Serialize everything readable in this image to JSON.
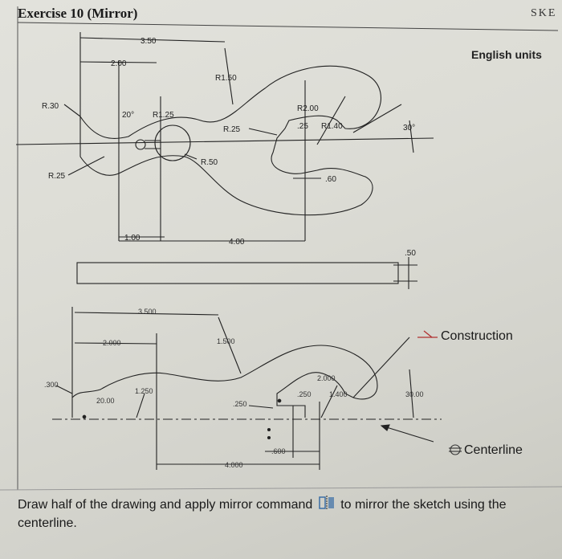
{
  "header": {
    "title": "Exercise 10 (Mirror)",
    "corner_text": "SKE",
    "units_note": "English units"
  },
  "top_figure": {
    "dims": {
      "d350": "3.50",
      "d200": "2.00",
      "r150": "R1.50",
      "r030": "R.30",
      "a20": "20°",
      "r125": "R1.25",
      "r200": "R2.00",
      "r025a": "R.25",
      "d25": ".25",
      "r140": "R1.40",
      "a30": "30°",
      "r050": "R.50",
      "r025b": "R.25",
      "d60": ".60",
      "d100": "1.00",
      "d400": "4.00",
      "d50": ".50"
    }
  },
  "bottom_figure": {
    "dims": {
      "d3500": "3.500",
      "d2000": "2.000",
      "d1500": "1.500",
      "d300": ".300",
      "d1250": "1.250",
      "d2000a": "20.00",
      "d250": ".250",
      "r2000": "2.000",
      "d250b": ".250",
      "d1400": "1.400",
      "a3000": "30.00",
      "d600": ".600",
      "d4000": "4.000"
    }
  },
  "legend": {
    "construction": "Construction",
    "centerline": "Centerline"
  },
  "instruction": {
    "before_icon": "Draw half of the drawing and apply mirror command",
    "after_icon": "to mirror the sketch using the centerline."
  },
  "colors": {
    "ink": "#1a1a1a",
    "paper": "#dcdcd5",
    "construction_red": "#b03030",
    "icon_blue": "#3a6ea5"
  }
}
